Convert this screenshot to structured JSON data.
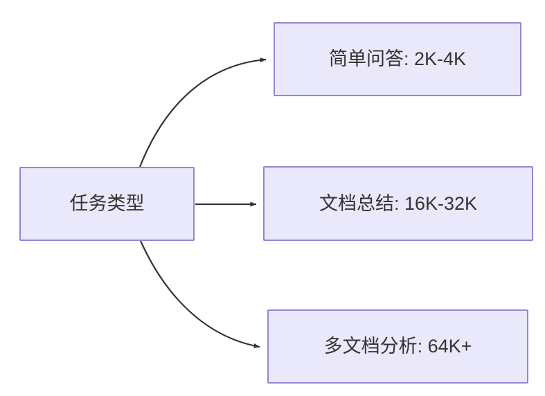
{
  "diagram": {
    "type": "flowchart",
    "direction": "left-to-right",
    "background_color": "#ffffff",
    "node_fill_color": "#eae8fb",
    "node_border_color": "#9485d4",
    "node_text_color": "#333333",
    "edge_color": "#333333",
    "nodes": [
      {
        "id": "root",
        "label": "任务类型"
      },
      {
        "id": "simple_qa",
        "label": "简单问答: 2K-4K"
      },
      {
        "id": "doc_summary",
        "label": "文档总结: 16K-32K"
      },
      {
        "id": "multi_doc",
        "label": "多文档分析: 64K+"
      }
    ],
    "edges": [
      {
        "from": "root",
        "to": "simple_qa",
        "style": "curved",
        "arrow": "arrowhead-icon"
      },
      {
        "from": "root",
        "to": "doc_summary",
        "style": "straight",
        "arrow": "arrowhead-icon"
      },
      {
        "from": "root",
        "to": "multi_doc",
        "style": "curved",
        "arrow": "arrowhead-icon"
      }
    ]
  }
}
